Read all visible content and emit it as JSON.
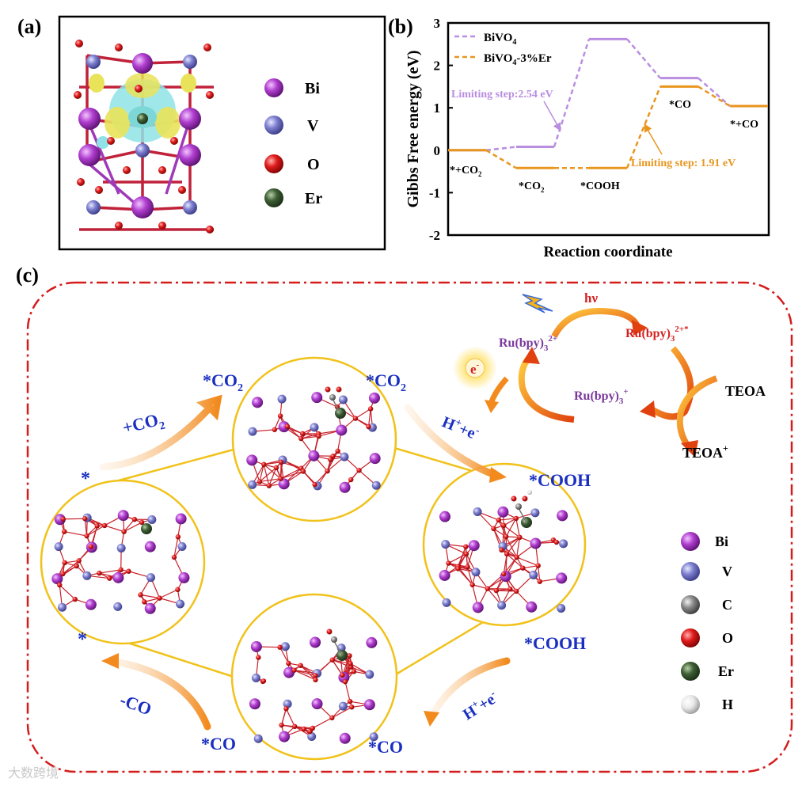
{
  "panel_labels": {
    "a": "(a)",
    "b": "(b)",
    "c": "(c)"
  },
  "panel_a": {
    "legend": [
      {
        "label": "Bi",
        "color": "#b13fd0"
      },
      {
        "label": "V",
        "color": "#7d7fcf"
      },
      {
        "label": "O",
        "color": "#e01a1a"
      },
      {
        "label": "Er",
        "color": "#3d5e34"
      }
    ]
  },
  "chart_data": {
    "type": "line",
    "xlabel": "Reaction coordinate",
    "ylabel": "Gibbs Free energy (eV)",
    "ylim": [
      -2,
      3
    ],
    "yticks": [
      "3",
      "2",
      "1",
      "0",
      "-1",
      "-2"
    ],
    "grid": false,
    "legend_placement": "top-left",
    "states": [
      "*+CO2",
      "*CO2",
      "*COOH",
      "*CO",
      "*+CO"
    ],
    "state_labels": [
      {
        "main": "*+CO",
        "sub": "2"
      },
      {
        "main": "*CO",
        "sub": "2"
      },
      {
        "main": "*COOH",
        "sub": ""
      },
      {
        "main": "*CO",
        "sub": ""
      },
      {
        "main": "*+CO",
        "sub": ""
      }
    ],
    "series": [
      {
        "name": "BiVO4",
        "legend_main": "BiVO",
        "legend_sub": "4",
        "legend_tail": "",
        "color": "#b98de0",
        "values": [
          0.0,
          0.08,
          2.62,
          1.7,
          1.04
        ]
      },
      {
        "name": "BiVO4-3%Er",
        "legend_main": "BiVO",
        "legend_sub": "4",
        "legend_tail": "-3%Er",
        "color": "#e8961e",
        "values": [
          0.0,
          -0.42,
          -0.42,
          1.5,
          1.04
        ]
      }
    ],
    "annotations": [
      {
        "text": "Limiting step:2.54 eV",
        "color": "#b98de0"
      },
      {
        "text": "Limiting step: 1.91 eV",
        "color": "#e8961e"
      }
    ]
  },
  "panel_c": {
    "photocycle": {
      "hv": "hν",
      "electron": "e",
      "electron_sup": "-",
      "ru2": {
        "main": "Ru(bpy)",
        "sub": "3",
        "sup": "2+"
      },
      "ru2star": {
        "main": "Ru(bpy)",
        "sub": "3",
        "sup": "2+*"
      },
      "ru1": {
        "main": "Ru(bpy)",
        "sub": "3",
        "sup": "+"
      },
      "teoa": "TEOA",
      "teoa_plus": {
        "main": "TEOA",
        "sup": "+"
      }
    },
    "cycle_labels": {
      "co2_left": {
        "main": "*CO",
        "sub": "2"
      },
      "co2_right": {
        "main": "*CO",
        "sub": "2"
      },
      "star_top": "*",
      "star_bottom": "*",
      "cooh_top": "*COOH",
      "cooh_bottom": "*COOH",
      "co_left": "*CO",
      "co_right": "*CO"
    },
    "steps": {
      "add_co2": {
        "main": "+CO",
        "sub": "2"
      },
      "h_e_top": {
        "a": "H",
        "a_sup": "+",
        "b": "+e",
        "b_sup": "-"
      },
      "h_e_bottom": {
        "a": "H",
        "a_sup": "+",
        "b": "+e",
        "b_sup": "-"
      },
      "minus_co": "-CO"
    },
    "legend": [
      {
        "label": "Bi",
        "color": "#b13fd0"
      },
      {
        "label": "V",
        "color": "#7d7fcf"
      },
      {
        "label": "C",
        "color": "#8a8a8a"
      },
      {
        "label": "O",
        "color": "#e01a1a"
      },
      {
        "label": "Er",
        "color": "#3d5e34"
      },
      {
        "label": "H",
        "color": "#e8e8e8"
      }
    ]
  },
  "watermark": "大数跨境"
}
